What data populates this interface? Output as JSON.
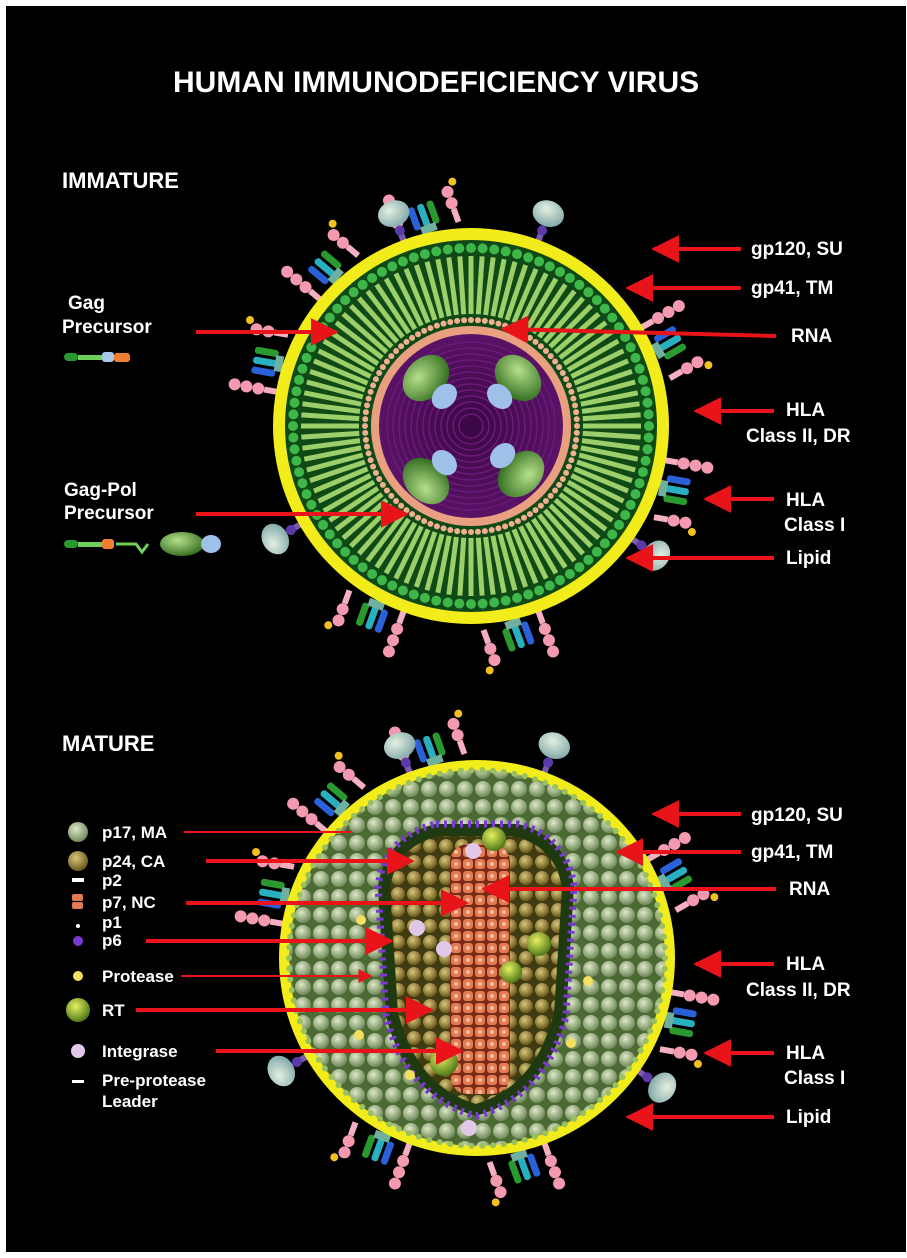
{
  "title": "HUMAN IMMUNODEFICIENCY VIRUS",
  "colors": {
    "background": "#000000",
    "arrow": "#e8141a",
    "envelope": "#f2ec1a",
    "lipid_green": "#2e8a34",
    "core_purple": "#4a0a55",
    "matrix_green": "#8fa67a",
    "capsid_brown": "#7a6a2a",
    "rna_orange": "#d86040"
  },
  "immature": {
    "heading": "IMMATURE",
    "left": {
      "gag_1": "Gag",
      "gag_2": "Precursor",
      "gagpol_1": "Gag-Pol",
      "gagpol_2": "Precursor"
    },
    "right": {
      "gp120": "gp120, SU",
      "gp41": "gp41, TM",
      "rna": "RNA",
      "hla2_1": "HLA",
      "hla2_2": "Class II, DR",
      "hla1_1": "HLA",
      "hla1_2": "Class I",
      "lipid": "Lipid"
    }
  },
  "mature": {
    "heading": "MATURE",
    "key": [
      {
        "label": "p17, MA",
        "icon": "matrix-sphere-icon"
      },
      {
        "label": "p24, CA",
        "icon": "capsid-sphere-icon"
      },
      {
        "label": "p2",
        "icon": "dash-icon"
      },
      {
        "label": "p7, NC",
        "icon": "nucleocapsid-icon"
      },
      {
        "label": "p1",
        "icon": "dot-icon"
      },
      {
        "label": "p6",
        "icon": "purple-bead-icon"
      },
      {
        "label": "Protease",
        "icon": "yellow-dot-icon"
      },
      {
        "label": "RT",
        "icon": "rt-sphere-icon"
      },
      {
        "label": "Integrase",
        "icon": "pink-blob-icon"
      },
      {
        "label": "Pre-protease",
        "icon": "dash-icon"
      },
      {
        "label": "Leader",
        "icon": ""
      }
    ],
    "right": {
      "gp120": "gp120, SU",
      "gp41": "gp41, TM",
      "rna": "RNA",
      "hla2_1": "HLA",
      "hla2_2": "Class II, DR",
      "hla1_1": "HLA",
      "hla1_2": "Class I",
      "lipid": "Lipid"
    }
  }
}
